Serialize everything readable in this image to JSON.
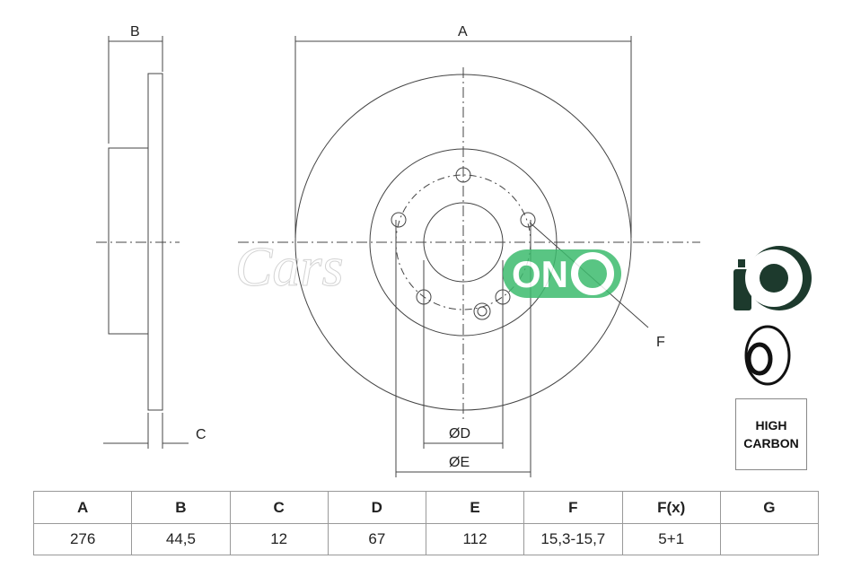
{
  "drawing": {
    "labels": {
      "A": "A",
      "B": "B",
      "C": "C",
      "D": "ØD",
      "E": "ØE",
      "F": "F"
    }
  },
  "badge": {
    "line1": "HIGH",
    "line2": "CARBON"
  },
  "watermark": "Cars ONO",
  "table": {
    "headers": [
      "A",
      "B",
      "C",
      "D",
      "E",
      "F",
      "F(x)",
      "G"
    ],
    "values": [
      "276",
      "44,5",
      "12",
      "67",
      "112",
      "15,3-15,7",
      "5+1",
      ""
    ]
  },
  "colors": {
    "watermark_green": "#3dbb6e",
    "line": "#444"
  }
}
